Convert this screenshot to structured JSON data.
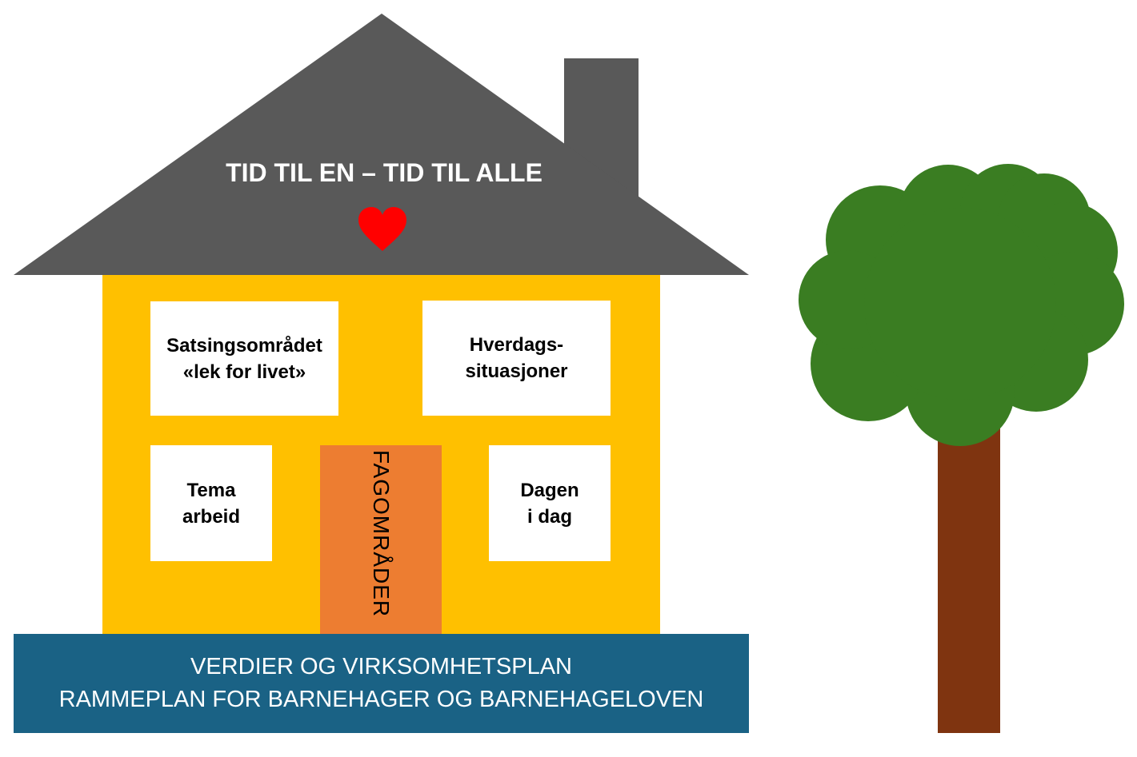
{
  "colors": {
    "roof": "#595959",
    "chimney": "#595959",
    "walls": "#ffc000",
    "windows": "#ffffff",
    "door": "#ed7d31",
    "foundation": "#1a6285",
    "heart": "#ff0000",
    "tree_crown": "#3a7d22",
    "tree_trunk": "#7f3410"
  },
  "roof": {
    "title": "TID TIL EN – TID TIL ALLE",
    "icon": "heart-icon"
  },
  "windows": [
    {
      "label": "Satsingsområdet\n«lek for livet»"
    },
    {
      "label": "Hverdags-\nsituasjoner"
    },
    {
      "label": "Tema\narbeid"
    },
    {
      "label": "Dagen\ni dag"
    }
  ],
  "door": {
    "label": "FAGOMRÅDER"
  },
  "foundation": {
    "line1": "VERDIER OG VIRKSOMHETSPLAN",
    "line2": "RAMMEPLAN FOR BARNEHAGER OG BARNEHAGELOVEN"
  }
}
